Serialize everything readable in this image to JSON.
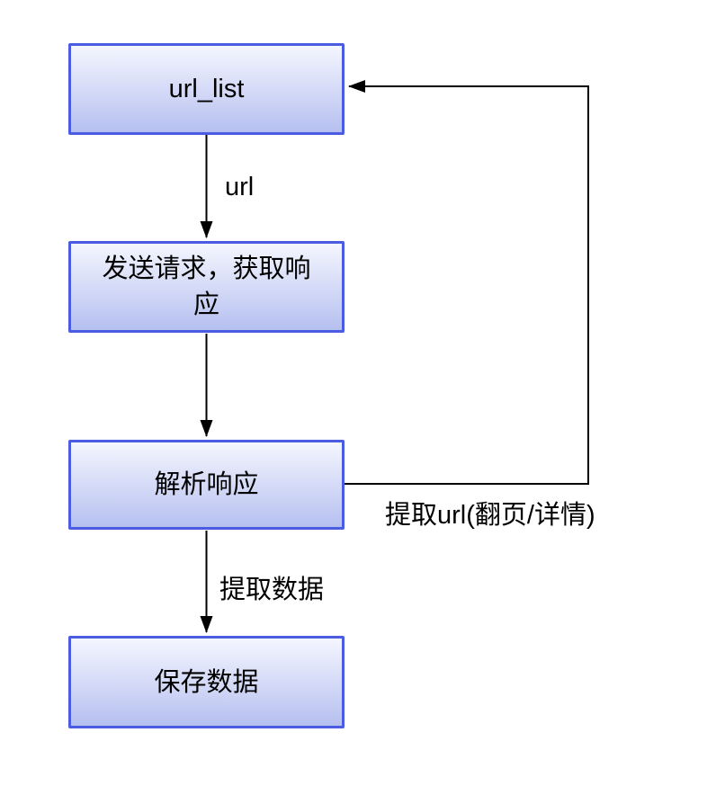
{
  "diagram": {
    "type": "flowchart",
    "nodes": {
      "url_list": {
        "label": "url_list"
      },
      "send_request": {
        "label": "发送请求，获取响应"
      },
      "parse_response": {
        "label": "解析响应"
      },
      "save_data": {
        "label": "保存数据"
      }
    },
    "edges": {
      "url_list_to_send_request": {
        "label": "url",
        "from": "url_list",
        "to": "send_request"
      },
      "send_request_to_parse_response": {
        "label": "",
        "from": "send_request",
        "to": "parse_response"
      },
      "parse_response_to_save_data": {
        "label": "提取数据",
        "from": "parse_response",
        "to": "save_data"
      },
      "parse_response_to_url_list": {
        "label": "提取url(翻页/详情)",
        "from": "parse_response",
        "to": "url_list"
      }
    },
    "colors": {
      "background": "#ffffff",
      "node_border": "#4a5ce2",
      "node_fill_top": "#f4f6fe",
      "node_fill_bottom": "#b6c0f0",
      "arrow": "#000000",
      "text": "#000000"
    }
  }
}
